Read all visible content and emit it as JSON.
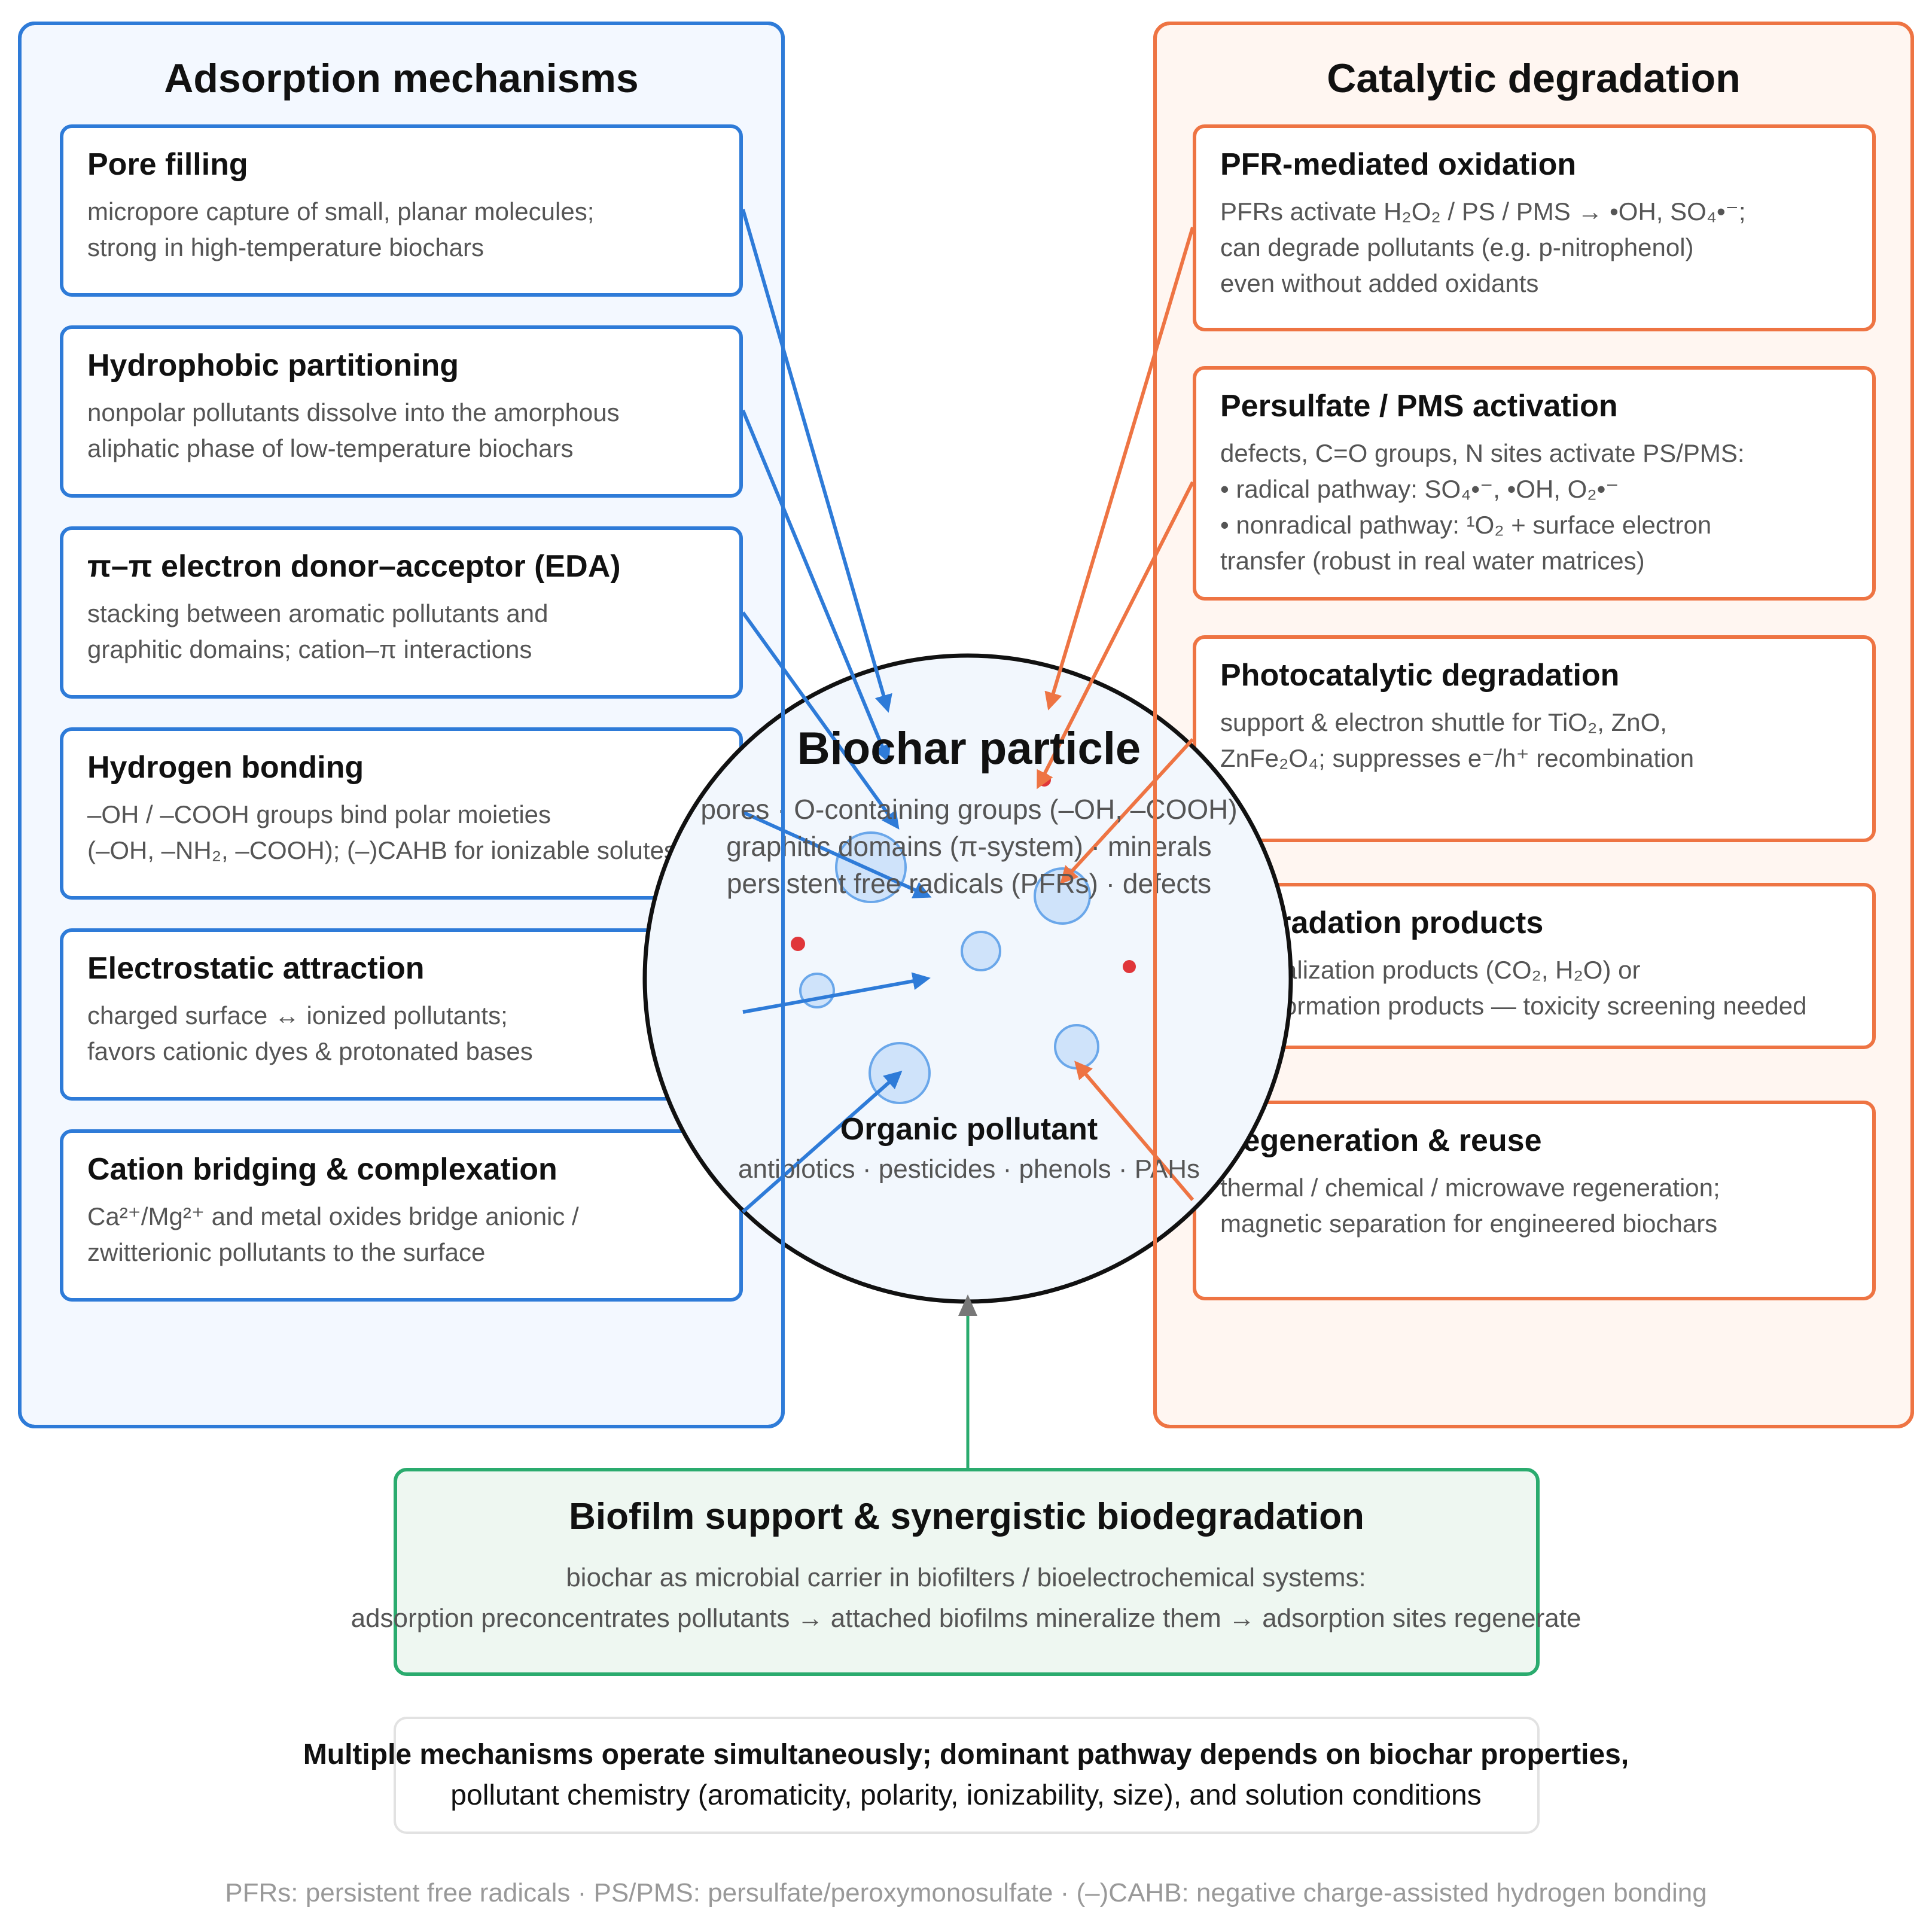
{
  "adsorption": {
    "title": "Adsorption mechanisms",
    "items": [
      {
        "title": "Pore filling",
        "desc": "micropore capture of small, planar molecules;\nstrong in high-temperature biochars"
      },
      {
        "title": "Hydrophobic partitioning",
        "desc": "nonpolar pollutants dissolve into the amorphous\naliphatic phase of low-temperature biochars"
      },
      {
        "title": "π–π electron donor–acceptor (EDA)",
        "desc": "stacking between aromatic pollutants and\ngraphitic domains; cation–π interactions"
      },
      {
        "title": "Hydrogen bonding",
        "desc": "–OH / –COOH groups bind polar moieties\n(–OH, –NH₂, –COOH); (–)CAHB for ionizable solutes"
      },
      {
        "title": "Electrostatic attraction",
        "desc": "charged surface ↔ ionized pollutants;\nfavors cationic dyes & protonated bases"
      },
      {
        "title": "Cation bridging & complexation",
        "desc": "Ca²⁺/Mg²⁺ and metal oxides bridge anionic /\nzwitterionic pollutants to the surface"
      }
    ]
  },
  "catalysis": {
    "title": "Catalytic degradation",
    "items": [
      {
        "title": "PFR-mediated oxidation",
        "desc": "PFRs activate H₂O₂ / PS / PMS → •OH, SO₄•⁻;\ncan degrade pollutants (e.g. p-nitrophenol)\neven without added oxidants"
      },
      {
        "title": "Persulfate / PMS activation",
        "desc": "defects, C=O groups, N sites activate PS/PMS:\n• radical pathway: SO₄•⁻, •OH, O₂•⁻\n• nonradical pathway: ¹O₂ + surface electron\ntransfer (robust in real water matrices)"
      },
      {
        "title": "Photocatalytic degradation",
        "desc": "support & electron shuttle for TiO₂, ZnO,\nZnFe₂O₄; suppresses e⁻/h⁺ recombination"
      },
      {
        "title": "Degradation products",
        "desc": "mineralization products (CO₂, H₂O) or\ntransformation products — toxicity screening needed"
      },
      {
        "title": "Regeneration & reuse",
        "desc": "thermal / chemical / microwave regeneration;\nmagnetic separation for engineered biochars"
      }
    ]
  },
  "particle": {
    "title": "Biochar particle",
    "lines": [
      "pores · O-containing groups (–OH, –COOH)",
      "graphitic domains (π-system) · minerals",
      "persistent free radicals (PFRs) · defects"
    ],
    "pollutant_title": "Organic pollutant",
    "pollutant_sub": "antibiotics · pesticides · phenols · PAHs"
  },
  "biofilm": {
    "title": "Biofilm support & synergistic biodegradation",
    "desc": "biochar as microbial carrier in biofilters / bioelectrochemical systems:\nadsorption preconcentrates pollutants → attached biofilms mineralize them → adsorption sites regenerate"
  },
  "note": {
    "bold": "Multiple mechanisms operate simultaneously; dominant pathway depends on biochar properties,",
    "normal": "pollutant chemistry (aromaticity, polarity, ionizability, size), and solution conditions"
  },
  "footer": "PFRs: persistent free radicals · PS/PMS: persulfate/peroxymonosulfate · (–)CAHB: negative charge-assisted hydrogen bonding",
  "colors": {
    "adsorption": "#2e7bd8",
    "catalysis": "#ee7443",
    "biofilm": "#2aab6e",
    "particle_fill": "#f2f7fd",
    "pore_fill": "#cfe3fa",
    "radical_dot": "#e0363a"
  }
}
